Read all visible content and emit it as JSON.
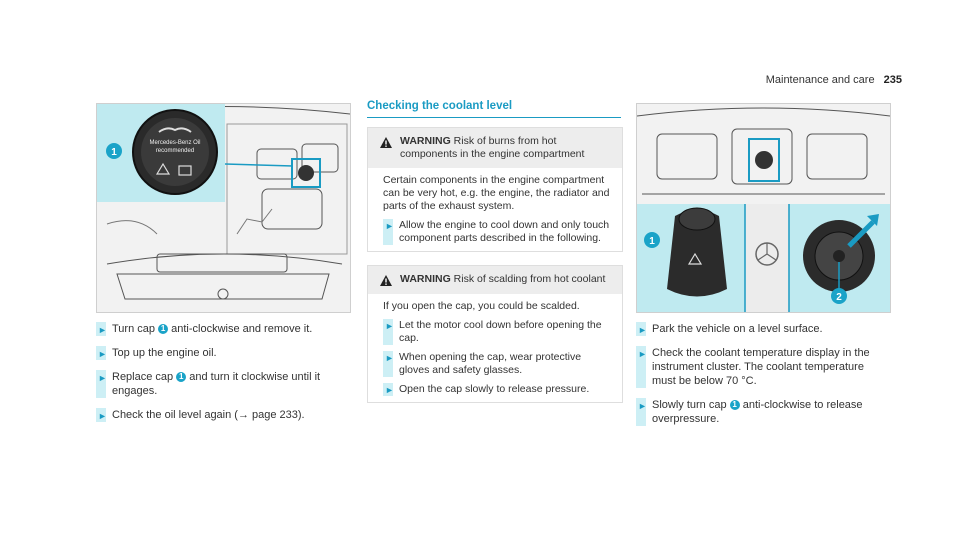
{
  "header": {
    "section": "Maintenance and care",
    "page": "235"
  },
  "col1": {
    "cap_label_line1": "Mercedes-Benz Oil",
    "cap_label_line2": "recommended",
    "callout": "1",
    "steps": [
      {
        "parts": [
          "Turn cap ",
          "1",
          " anti-clockwise and remove it."
        ]
      },
      {
        "parts": [
          "Top up the engine oil."
        ]
      },
      {
        "parts": [
          "Replace cap ",
          "1",
          " and turn it clockwise until it engages."
        ]
      },
      {
        "parts": [
          "Check the oil level again (→ page 233)."
        ]
      }
    ]
  },
  "col2": {
    "title": "Checking the coolant level",
    "warning1": {
      "label": "WARNING",
      "heading": "Risk of burns from hot components in the engine compartment",
      "body": "Certain components in the engine compartment can be very hot, e.g. the engine, the radiator and parts of the exhaust system.",
      "step": "Allow the engine to cool down and only touch component parts described in the following."
    },
    "warning2": {
      "label": "WARNING",
      "heading": "Risk of scalding from hot coolant",
      "body": "If you open the cap, you could be scalded.",
      "steps": [
        "Let the motor cool down before opening the cap.",
        "When opening the cap, wear protective gloves and safety glasses.",
        "Open the cap slowly to release pressure."
      ]
    }
  },
  "col3": {
    "callout1": "1",
    "callout2": "2",
    "steps": [
      {
        "parts": [
          "Park the vehicle on a level surface."
        ]
      },
      {
        "parts": [
          "Check the coolant temperature display in the instrument cluster. The coolant temperature must be below 70 °C."
        ]
      },
      {
        "parts": [
          "Slowly turn cap ",
          "1",
          " anti-clockwise to release overpressure."
        ]
      }
    ]
  },
  "colors": {
    "accent": "#1a9bc3",
    "callout_bg": "#bfeaf0",
    "step_bar": "#cdeff5"
  }
}
